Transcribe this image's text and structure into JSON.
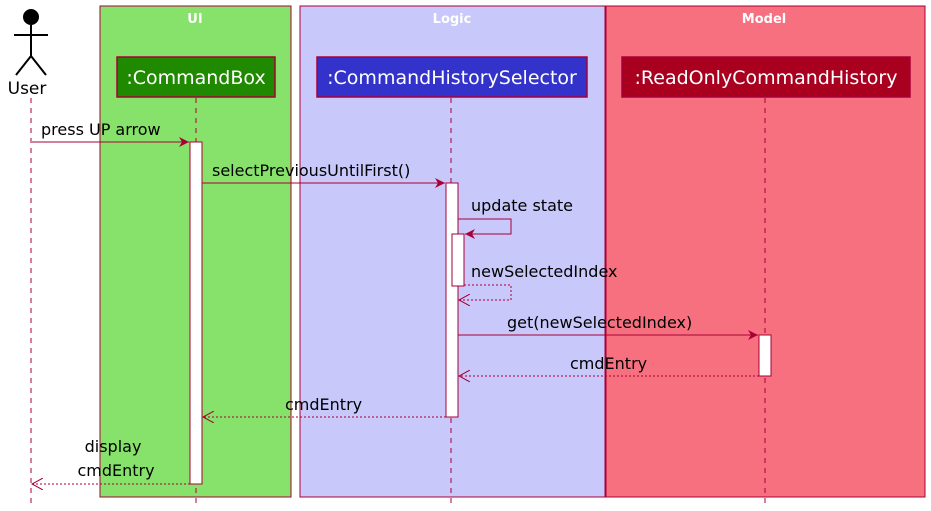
{
  "boxes": {
    "ui": {
      "title": "UI",
      "fill": "#86e26a",
      "stroke": "#a80036"
    },
    "logic": {
      "title": "Logic",
      "fill": "#c8c8fa",
      "stroke": "#a80036"
    },
    "model": {
      "title": "Model",
      "fill": "#f7707f",
      "stroke": "#a80036"
    }
  },
  "actor": {
    "label": "User"
  },
  "participants": {
    "command_box": {
      "label": ":CommandBox",
      "fill": "#1f8a00"
    },
    "command_history_selector": {
      "label": ":CommandHistorySelector",
      "fill": "#3333cc"
    },
    "read_only_command_history": {
      "label": ":ReadOnlyCommandHistory",
      "fill": "#a8001e"
    }
  },
  "messages": {
    "press_up_arrow": "press UP arrow",
    "select_previous": "selectPreviousUntilFirst()",
    "update_state": "update state",
    "new_selected_index": "newSelectedIndex",
    "get_new_selected_index": "get(newSelectedIndex)",
    "cmd_entry_from_history": "cmdEntry",
    "cmd_entry_to_commandbox": "cmdEntry",
    "display_line1": "display",
    "display_line2": "cmdEntry"
  },
  "colors": {
    "line": "#a80036",
    "activation_fill": "#ffffff"
  }
}
